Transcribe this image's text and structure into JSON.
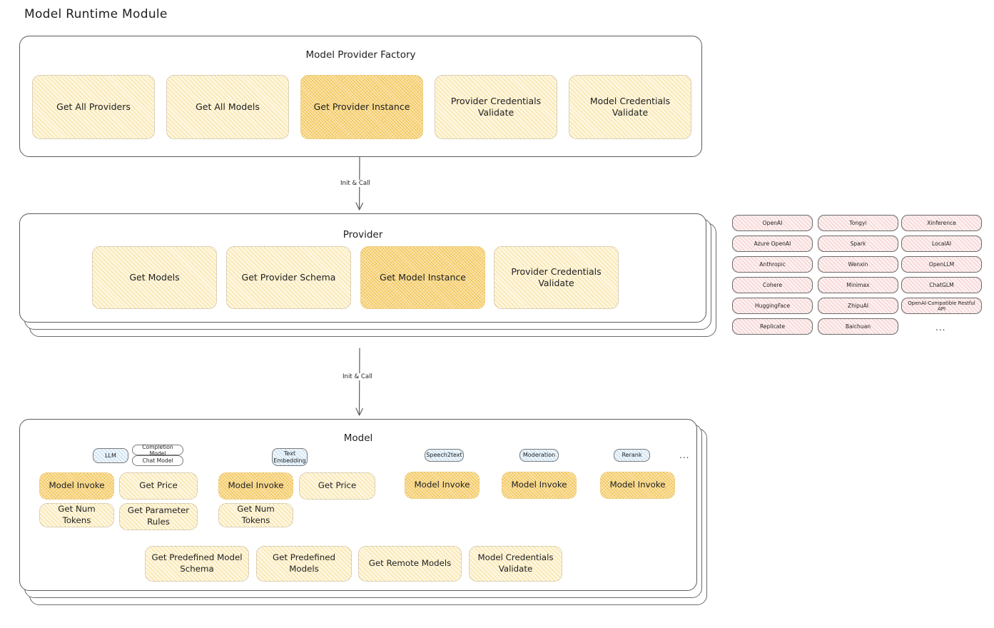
{
  "page": {
    "title": "Model Runtime Module"
  },
  "factory": {
    "title": "Model Provider Factory",
    "methods": [
      {
        "label": "Get All Providers",
        "highlight": false
      },
      {
        "label": "Get All Models",
        "highlight": false
      },
      {
        "label": "Get Provider Instance",
        "highlight": true
      },
      {
        "label": "Provider Credentials Validate",
        "highlight": false
      },
      {
        "label": "Model Credentials Validate",
        "highlight": false
      }
    ]
  },
  "connector_1": {
    "label": "Init & Call"
  },
  "provider": {
    "title": "Provider",
    "methods": [
      {
        "label": "Get Models",
        "highlight": false
      },
      {
        "label": "Get Provider Schema",
        "highlight": false
      },
      {
        "label": "Get Model Instance",
        "highlight": true
      },
      {
        "label": "Provider Credentials Validate",
        "highlight": false
      }
    ]
  },
  "provider_list": {
    "columns": [
      [
        "OpenAI",
        "Azure OpenAI",
        "Anthropic",
        "Cohere",
        "HuggingFace",
        "Replicate"
      ],
      [
        "Tongyi",
        "Spark",
        "Wenxin",
        "Minimax",
        "ZhipuAI",
        "Baichuan"
      ],
      [
        "Xinference",
        "LocalAI",
        "OpenLLM",
        "ChatGLM",
        "OpenAI-Compatible Restful API"
      ]
    ],
    "more": "..."
  },
  "connector_2": {
    "label": "Init & Call"
  },
  "model": {
    "title": "Model",
    "more": "...",
    "types": [
      {
        "badge": "LLM",
        "sub_badges": [
          "Completion Model",
          "Chat Model"
        ],
        "methods": [
          {
            "label": "Model Invoke",
            "highlight": true
          },
          {
            "label": "Get Price",
            "highlight": false
          },
          {
            "label": "Get Num Tokens",
            "highlight": false
          },
          {
            "label": "Get Parameter Rules",
            "highlight": false
          }
        ]
      },
      {
        "badge": "Text Embedding",
        "sub_badges": [],
        "methods": [
          {
            "label": "Model Invoke",
            "highlight": true
          },
          {
            "label": "Get Price",
            "highlight": false
          },
          {
            "label": "Get Num Tokens",
            "highlight": false
          }
        ]
      },
      {
        "badge": "Speech2text",
        "sub_badges": [],
        "methods": [
          {
            "label": "Model Invoke",
            "highlight": true
          }
        ]
      },
      {
        "badge": "Moderation",
        "sub_badges": [],
        "methods": [
          {
            "label": "Model Invoke",
            "highlight": true
          }
        ]
      },
      {
        "badge": "Rerank",
        "sub_badges": [],
        "methods": [
          {
            "label": "Model Invoke",
            "highlight": true
          }
        ]
      }
    ],
    "shared_methods": [
      {
        "label": "Get Predefined Model Schema"
      },
      {
        "label": "Get Predefined Models"
      },
      {
        "label": "Get Remote Models"
      },
      {
        "label": "Model Credentials Validate"
      }
    ]
  },
  "colors": {
    "accent_yellow": "#f5ce64",
    "accent_yellow_strong": "#eeb630",
    "accent_pink": "#e89696",
    "accent_blue": "#82b4de",
    "stroke": "#5c5c5c",
    "text": "#1e1e1e",
    "background": "#ffffff"
  }
}
